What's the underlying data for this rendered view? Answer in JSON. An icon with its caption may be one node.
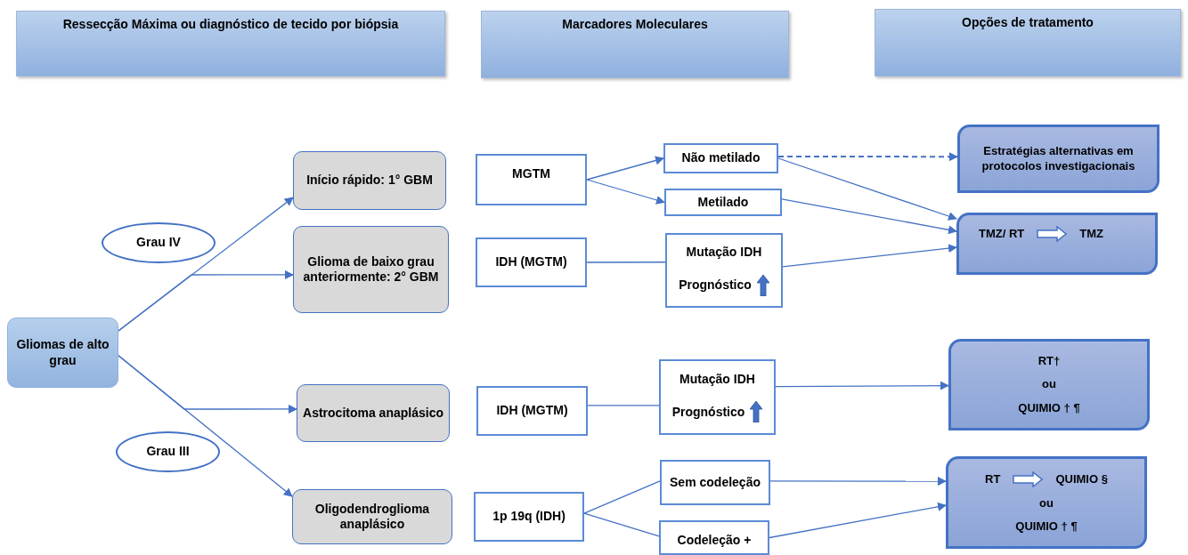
{
  "diagram": {
    "nodes": [
      {
        "text": [
          "Ressecção Máxima ou diagnóstico de tecido por biópsia"
        ]
      },
      {
        "text": [
          "Marcadores Moleculares"
        ]
      },
      {
        "text": [
          "Opções de tratamento"
        ]
      },
      {
        "text": [
          "Gliomas de alto grau"
        ]
      },
      {
        "text": [
          "Grau IV"
        ]
      },
      {
        "text": [
          "Início rápido: 1° GBM"
        ]
      },
      {
        "text": [
          "Glioma de baixo grau anteriormente: 2° GBM"
        ]
      },
      {
        "text": [
          "Grau III"
        ]
      },
      {
        "text": [
          "Astrocitoma anaplásico"
        ]
      },
      {
        "text": [
          "Oligodendroglioma anaplásico"
        ]
      },
      {
        "text": [
          "MGTM"
        ]
      },
      {
        "text": [
          "IDH (MGTM)"
        ]
      },
      {
        "text": [
          "IDH (MGTM)"
        ]
      },
      {
        "text": [
          "1p 19q (IDH)"
        ]
      },
      {
        "text": [
          "Não metilado"
        ]
      },
      {
        "text": [
          "Metilado"
        ]
      },
      {
        "text": [
          "Mutação IDH",
          "Prognóstico"
        ]
      },
      {
        "text": [
          "Mutação IDH",
          "Prognóstico"
        ]
      },
      {
        "text": [
          "Sem codeleção"
        ]
      },
      {
        "text": [
          "Codeleção +"
        ]
      },
      {
        "text": [
          "Estratégias alternativas em protocolos investigacionais"
        ]
      },
      {
        "text": [
          "TMZ/ RT",
          "TMZ"
        ]
      },
      {
        "text": [
          "RT†",
          "ou",
          "QUIMIO † ¶"
        ]
      },
      {
        "text": [
          "RT",
          "QUIMIO §",
          "ou",
          "QUIMIO † ¶"
        ]
      }
    ],
    "edges": [
      {
        "from": 3,
        "to": 5,
        "arrow": "to"
      },
      {
        "from": 3,
        "to": 6,
        "arrow": "to"
      },
      {
        "from": 3,
        "to": 8,
        "arrow": "to"
      },
      {
        "from": 3,
        "to": 9,
        "arrow": "to"
      },
      {
        "from": 10,
        "to": 14,
        "arrow": "to"
      },
      {
        "from": 10,
        "to": 15,
        "arrow": "to"
      },
      {
        "from": 11,
        "to": 16,
        "arrow": "none"
      },
      {
        "from": 12,
        "to": 17,
        "arrow": "none"
      },
      {
        "from": 13,
        "to": 18,
        "arrow": "none"
      },
      {
        "from": 13,
        "to": 19,
        "arrow": "none"
      },
      {
        "from": 14,
        "to": 20,
        "arrow": "to",
        "style": "dashed"
      },
      {
        "from": 14,
        "to": 21,
        "arrow": "to"
      },
      {
        "from": 15,
        "to": 21,
        "arrow": "to"
      },
      {
        "from": 16,
        "to": 21,
        "arrow": "to"
      },
      {
        "from": 17,
        "to": 22,
        "arrow": "to"
      },
      {
        "from": 18,
        "to": 23,
        "arrow": "to"
      },
      {
        "from": 19,
        "to": 23,
        "arrow": "to"
      }
    ]
  }
}
